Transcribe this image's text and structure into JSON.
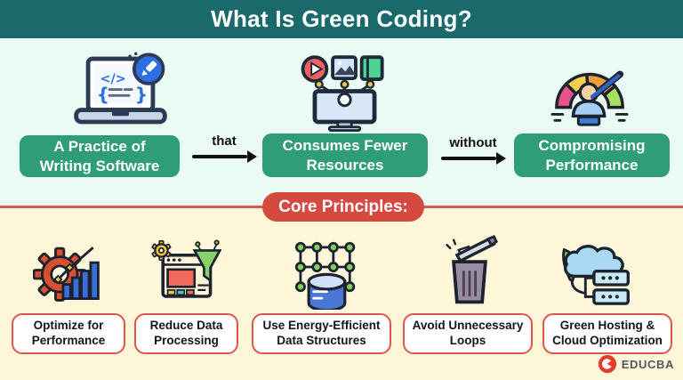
{
  "header": {
    "title": "What Is Green Coding?"
  },
  "flow": {
    "nodes": [
      {
        "label": "A Practice of\nWriting Software",
        "icon": "laptop-code-icon"
      },
      {
        "label": "Consumes Fewer\nResources",
        "icon": "media-monitor-icon"
      },
      {
        "label": "Compromising\nPerformance",
        "icon": "performance-gauge-icon"
      }
    ],
    "connectors": [
      {
        "label": "that"
      },
      {
        "label": "without"
      }
    ]
  },
  "core": {
    "badge": "Core Principles:",
    "items": [
      {
        "label": "Optimize for\nPerformance",
        "icon": "gear-chart-icon"
      },
      {
        "label": "Reduce Data\nProcessing",
        "icon": "browser-filter-icon"
      },
      {
        "label": "Use Energy-Efficient\nData Structures",
        "icon": "database-network-icon"
      },
      {
        "label": "Avoid Unnecessary\nLoops",
        "icon": "trash-bin-icon"
      },
      {
        "label": "Green Hosting &\nCloud Optimization",
        "icon": "green-cloud-hosting-icon"
      }
    ]
  },
  "brand": {
    "name": "EDUCBA",
    "icon": "educba-logo-icon"
  },
  "colors": {
    "header_bg": "#1a696b",
    "top_section_bg": "#e9fbf2",
    "bottom_section_bg": "#fdf6d9",
    "node_green": "#2f9d76",
    "accent_red": "#d5493f",
    "principle_border": "#e0554a",
    "brand_red": "#e73b2d"
  }
}
